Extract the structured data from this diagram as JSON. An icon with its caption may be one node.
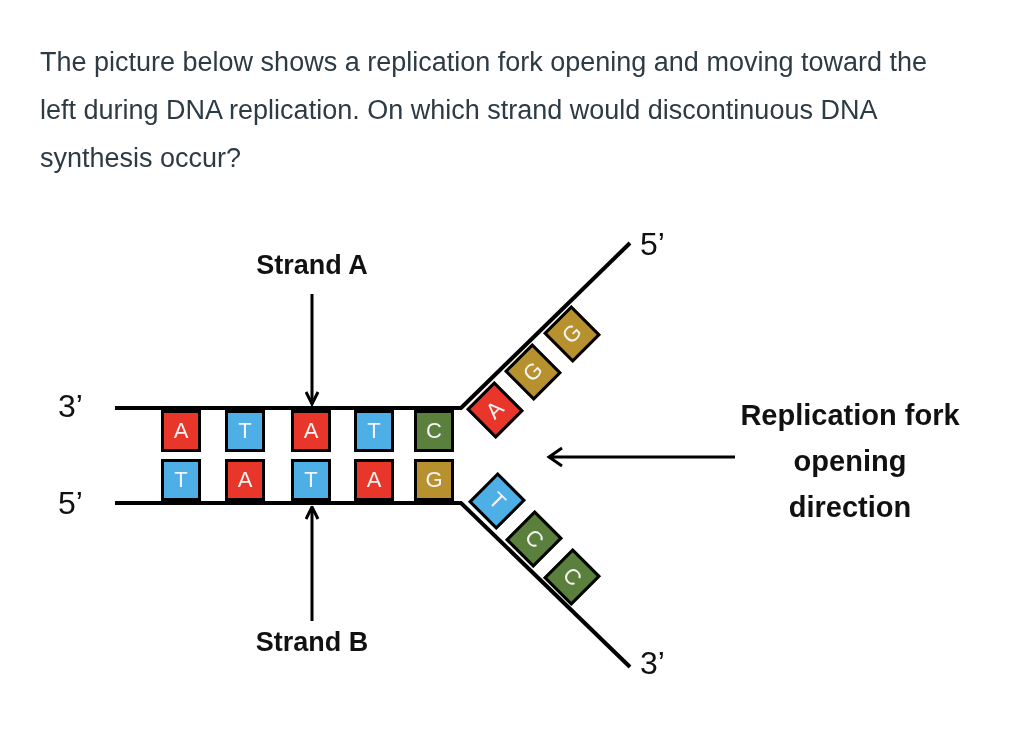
{
  "diagram": {
    "title": "The picture below shows a replication fork opening and moving toward the left during DNA replication. On which strand would discontinuous DNA synthesis occur?",
    "nodes": [
      {
        "text": [
          "Strand A"
        ]
      },
      {
        "text": [],
        "shape": "bar"
      },
      {
        "text": [
          "A"
        ]
      },
      {
        "text": [
          "T"
        ]
      },
      {
        "text": [
          "A"
        ]
      },
      {
        "text": [
          "T"
        ]
      },
      {
        "text": [
          "C"
        ]
      },
      {
        "text": [
          "A"
        ]
      },
      {
        "text": [
          "G"
        ]
      },
      {
        "text": [
          "G"
        ]
      },
      {
        "text": [
          "T"
        ]
      },
      {
        "text": [
          "A"
        ]
      },
      {
        "text": [
          "T"
        ]
      },
      {
        "text": [
          "A"
        ]
      },
      {
        "text": [
          "G"
        ]
      },
      {
        "text": [
          "T"
        ]
      },
      {
        "text": [
          "C"
        ]
      },
      {
        "text": [
          "C"
        ]
      },
      {
        "text": [],
        "shape": "bar"
      },
      {
        "text": [
          "Strand B"
        ]
      }
    ],
    "edges": [
      {
        "from": 0,
        "to": 1,
        "arrow": "to"
      },
      {
        "from": 19,
        "to": 18,
        "arrow": "to"
      }
    ],
    "labels": [
      "5’",
      "3’",
      "Replication fork opening direction",
      "5’",
      "3’"
    ]
  }
}
